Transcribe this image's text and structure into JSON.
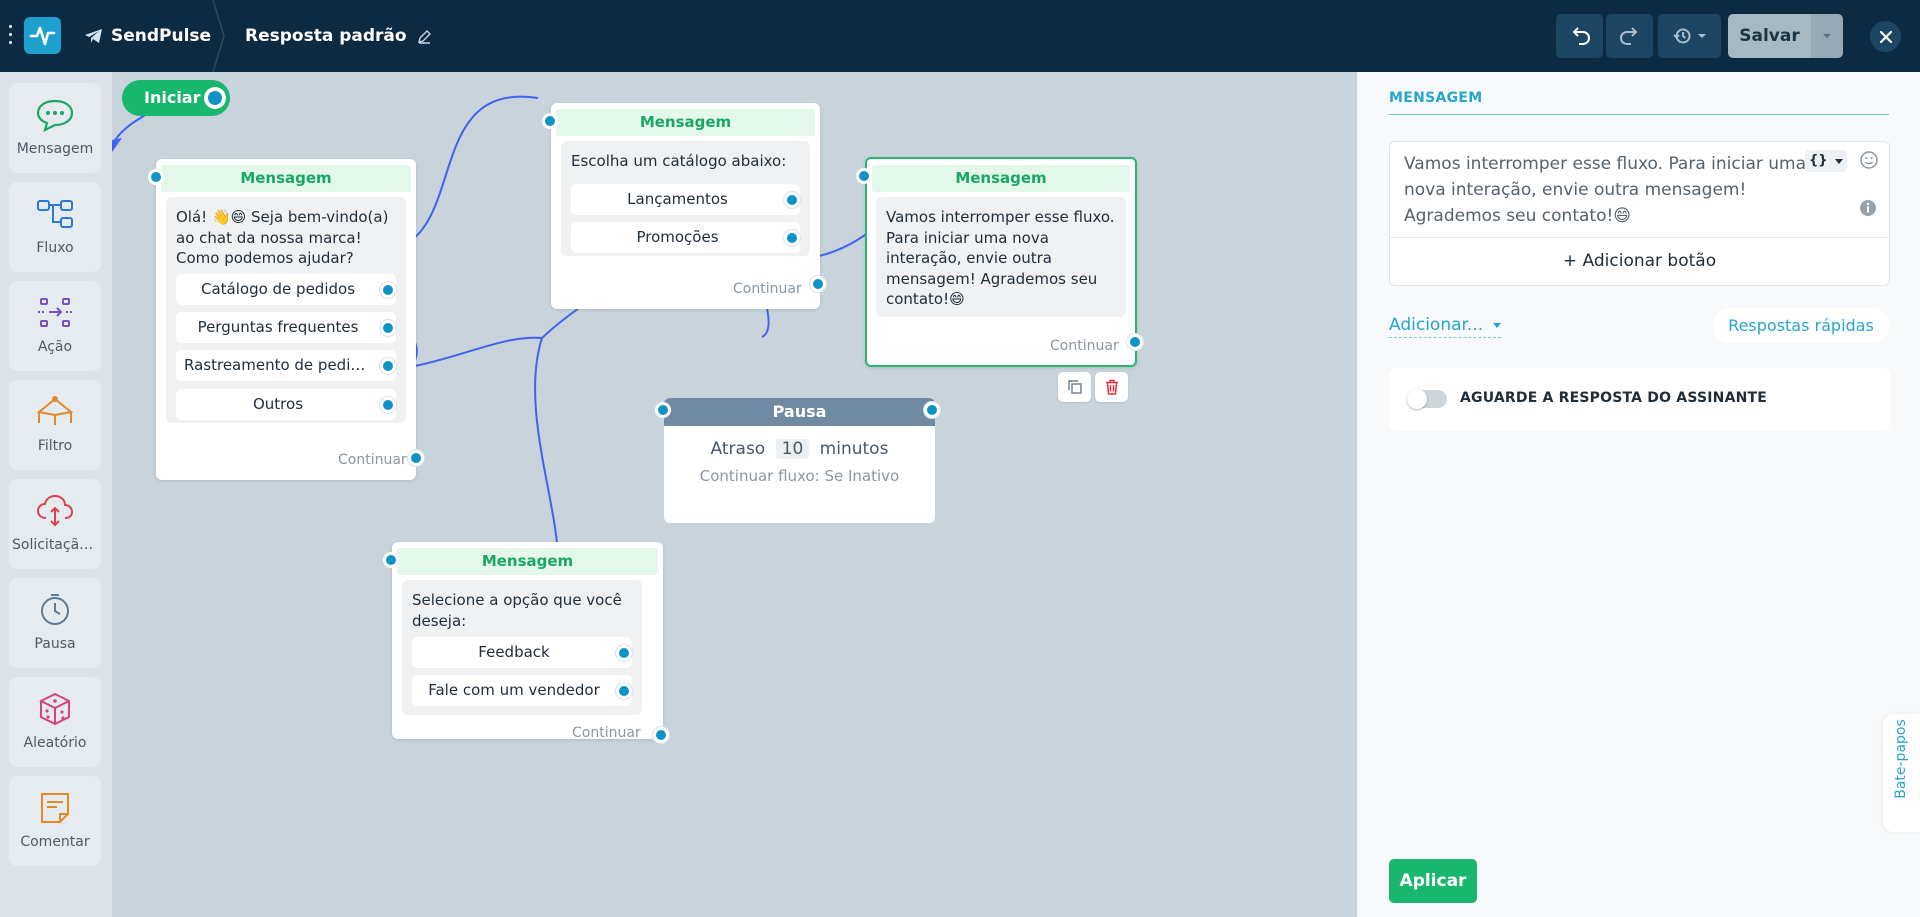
{
  "app": {
    "brand": "SendPulse",
    "flow_title": "Resposta padrão"
  },
  "toolbar": {
    "save_label": "Salvar"
  },
  "sidebar": {
    "items": [
      {
        "label": "Mensagem",
        "icon": "message-icon"
      },
      {
        "label": "Fluxo",
        "icon": "flow-icon"
      },
      {
        "label": "Ação",
        "icon": "action-icon"
      },
      {
        "label": "Filtro",
        "icon": "filter-icon"
      },
      {
        "label": "Solicitação API",
        "icon": "api-request-icon"
      },
      {
        "label": "Pausa",
        "icon": "pause-timer-icon"
      },
      {
        "label": "Aleatório",
        "icon": "random-dice-icon"
      },
      {
        "label": "Comentar",
        "icon": "comment-icon"
      }
    ]
  },
  "canvas": {
    "start_label": "Iniciar",
    "continue_label": "Continuar",
    "node1": {
      "header": "Mensagem",
      "text": "Olá! 👋😄 Seja bem-vindo(a) ao chat da nossa marca! Como podemos ajudar?",
      "options": [
        "Catálogo de pedidos",
        "Perguntas frequentes",
        "Rastreamento de pedidos",
        "Outros"
      ]
    },
    "node2": {
      "header": "Mensagem",
      "text": "Escolha um catálogo abaixo:",
      "options": [
        "Lançamentos",
        "Promoções"
      ]
    },
    "node3": {
      "header": "Mensagem",
      "text": "Vamos interromper esse fluxo. Para iniciar uma nova interação, envie outra mensagem! Agrademos seu contato!😄"
    },
    "node4": {
      "header": "Mensagem",
      "text": "Selecione a opção que você deseja:",
      "options": [
        "Feedback",
        "Fale com um vendedor"
      ]
    },
    "pause": {
      "header": "Pausa",
      "delay_prefix": "Atraso",
      "delay_value": "10",
      "delay_unit": "minutos",
      "continue_flow": "Continuar fluxo: Se Inativo"
    }
  },
  "panel": {
    "title": "MENSAGEM",
    "message_text": "Vamos interromper esse fluxo. Para iniciar uma nova interação, envie outra mensagem! Agrademos seu contato!😄",
    "variables_label": "{}",
    "add_button_label": "+ Adicionar botão",
    "add_menu_label": "Adicionar...",
    "quick_replies_label": "Respostas rápidas",
    "wait_reply_label": "AGUARDE A RESPOSTA DO ASSINANTE",
    "wait_reply_enabled": false,
    "apply_label": "Aplicar",
    "chats_tab_label": "Bate-papos"
  },
  "colors": {
    "topbar": "#0c2b43",
    "accent_green": "#19b76d",
    "accent_blue": "#27a5ce",
    "port_blue": "#0f93c6",
    "wire_blue": "#3f63f0"
  }
}
